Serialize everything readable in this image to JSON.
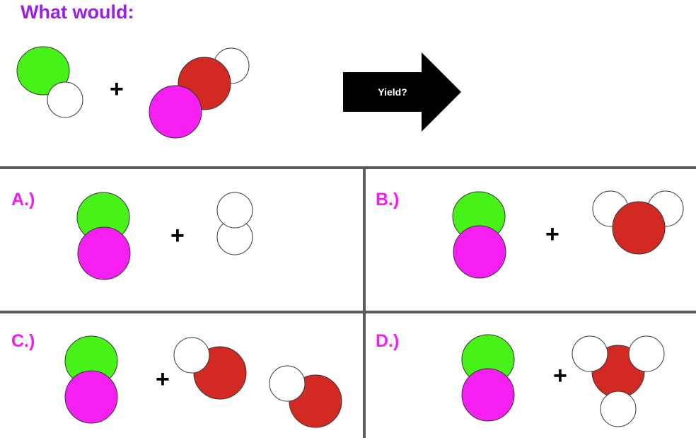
{
  "title": "What would:",
  "arrow_label": "Yield?",
  "plus": "+",
  "colors": {
    "chlorine_green": "#47f219",
    "hydrogen_white": "#ffffff",
    "oxygen_red": "#d22a22",
    "magenta_atom": "#f51ff2",
    "title_purple": "#9b1ee8",
    "option_label_magenta": "#f21bf2",
    "divider_gray": "#5a5a5a",
    "arrow_black": "#000000"
  },
  "options": [
    {
      "label": "A.)"
    },
    {
      "label": "B.)"
    },
    {
      "label": "C.)"
    },
    {
      "label": "D.)"
    }
  ]
}
